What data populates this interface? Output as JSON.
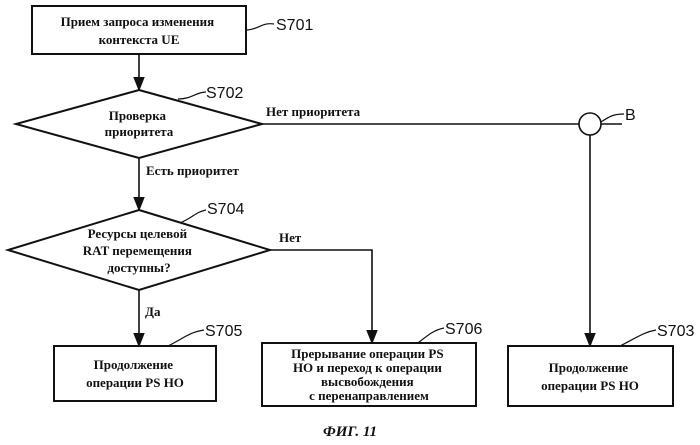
{
  "nodes": {
    "s701": {
      "lines": [
        "Прием запроса изменения",
        "контекста UE"
      ],
      "step": "S701"
    },
    "s702": {
      "lines": [
        "Проверка",
        "приоритета"
      ],
      "step": "S702"
    },
    "s704": {
      "lines": [
        "Ресурсы целевой",
        "RAT перемещения",
        "доступны?"
      ],
      "step": "S704"
    },
    "s705": {
      "lines": [
        "Продолжение",
        "операции PS HO"
      ],
      "step": "S705"
    },
    "s706": {
      "lines": [
        "Прерывание операции PS",
        "HO и переход к операции",
        "высвобождения",
        "с перенаправлением"
      ],
      "step": "S706"
    },
    "s703": {
      "lines": [
        "Продолжение",
        "операции PS HO"
      ],
      "step": "S703"
    }
  },
  "edges": {
    "no_priority": "Нет приоритета",
    "has_priority": "Есть приоритет",
    "no": "Нет",
    "yes": "Да"
  },
  "connector": "B",
  "caption": "ФИГ. 11"
}
